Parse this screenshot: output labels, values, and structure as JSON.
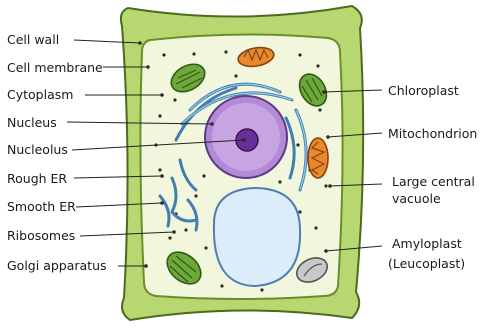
{
  "labels_left": [
    {
      "id": "cell-wall",
      "text": "Cell wall"
    },
    {
      "id": "cell-membrane",
      "text": "Cell membrane"
    },
    {
      "id": "cytoplasm",
      "text": "Cytoplasm"
    },
    {
      "id": "nucleus",
      "text": "Nucleus"
    },
    {
      "id": "nucleolus",
      "text": "Nucleolus"
    },
    {
      "id": "rough-er",
      "text": "Rough ER"
    },
    {
      "id": "smooth-er",
      "text": "Smooth ER"
    },
    {
      "id": "ribosomes",
      "text": "Ribosomes"
    },
    {
      "id": "golgi-apparatus",
      "text": "Golgi apparatus"
    }
  ],
  "labels_right": [
    {
      "id": "chloroplast",
      "text": "Chloroplast"
    },
    {
      "id": "mitochondrion",
      "text": "Mitochondrion"
    },
    {
      "id": "large-central-vacuole",
      "lines": [
        "Large central",
        "vacuole"
      ]
    },
    {
      "id": "amyloplast",
      "lines": [
        "Amyloplast",
        "(Leucoplast)"
      ]
    }
  ],
  "colors": {
    "cell_wall": "#b7d870",
    "cell_wall_outline": "#4c6b1e",
    "cytoplasm": "#f1f6dc",
    "nucleus": "#b48ad6",
    "nucleolus": "#6a2f9a",
    "er": "#5b9fcf",
    "vacuole": "#dcecfa",
    "chloroplast": "#6fa83a",
    "mitochondrion": "#e7892c",
    "amyloplast": "#c9c9c9"
  }
}
